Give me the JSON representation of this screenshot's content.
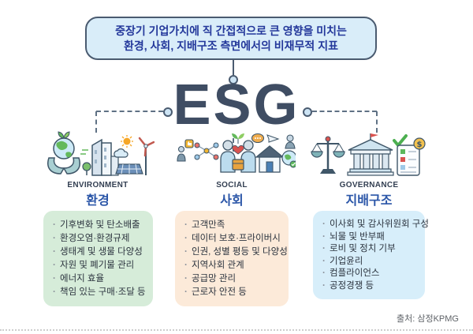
{
  "callout": {
    "line1": "중장기 기업가치에 직 간접적으로 큰 영향을 미치는",
    "line2": "환경, 사회, 지배구조 측면에서의 비재무적 지표"
  },
  "title": "ESG",
  "columns": [
    {
      "id": "environment",
      "label_en": "ENVIRONMENT",
      "label_ko": "환경",
      "icon": "environment-illustration-icon",
      "box_color": "#d6ecd9",
      "items": [
        "기후변화 및 탄소배출",
        "환경오염·환경규제",
        "생태계 및 생물 다양성",
        "자원 및 폐기물 관리",
        "에너지 효율",
        "책임 있는 구매·조달 등"
      ]
    },
    {
      "id": "social",
      "label_en": "SOCIAL",
      "label_ko": "사회",
      "icon": "social-illustration-icon",
      "box_color": "#fcead9",
      "items": [
        "고객만족",
        "데이터 보호·프라이버시",
        "인권, 성별 평등 및 다양성",
        "지역사회 관계",
        "공급망 관리",
        "근로자 안전 등"
      ]
    },
    {
      "id": "governance",
      "label_en": "GOVERNANCE",
      "label_ko": "지배구조",
      "icon": "governance-illustration-icon",
      "box_color": "#d7eefa",
      "items": [
        "이사회 및 감사위원회 구성",
        "뇌물 및 반부패",
        "로비 및 정치 기부",
        "기업윤리",
        "컴플라이언스",
        "공정경쟁 등"
      ]
    }
  ],
  "source": "출처: 삼정KPMG",
  "colors": {
    "callout_fill": "#d9edf9",
    "outline": "#4a5b70",
    "callout_text": "#24389b",
    "title_text": "#3f4d63",
    "heading_ko": "#2b56a8",
    "label_en": "#333f52",
    "env_box": "#d6ecd9",
    "social_box": "#fcead9",
    "gov_box": "#d7eefa",
    "dash_line": "#5f7184",
    "node_fill": "#cde4f4",
    "list_text": "#2b333e",
    "source_text": "#5f6368"
  }
}
